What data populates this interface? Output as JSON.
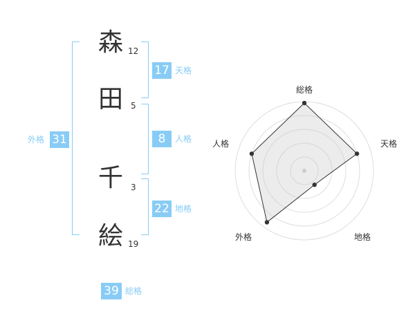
{
  "name": {
    "chars": [
      {
        "char": "森",
        "strokes": "12"
      },
      {
        "char": "田",
        "strokes": "5"
      },
      {
        "char": "千",
        "strokes": "3"
      },
      {
        "char": "絵",
        "strokes": "19"
      }
    ]
  },
  "fortune": {
    "tenkaku": {
      "value": "17",
      "label": "天格"
    },
    "jinkaku": {
      "value": "8",
      "label": "人格"
    },
    "chikaku": {
      "value": "22",
      "label": "地格"
    },
    "gaikaku": {
      "value": "31",
      "label": "外格"
    },
    "soukaku": {
      "value": "39",
      "label": "総格"
    }
  },
  "colors": {
    "accent": "#88CCF6",
    "text": "#333333",
    "grid": "#dddddd"
  },
  "chart_data": {
    "type": "radar",
    "axes": [
      "総格",
      "天格",
      "地格",
      "外格",
      "人格"
    ],
    "values": [
      0.98,
      0.8,
      0.25,
      0.92,
      0.8
    ],
    "rings": 5
  }
}
